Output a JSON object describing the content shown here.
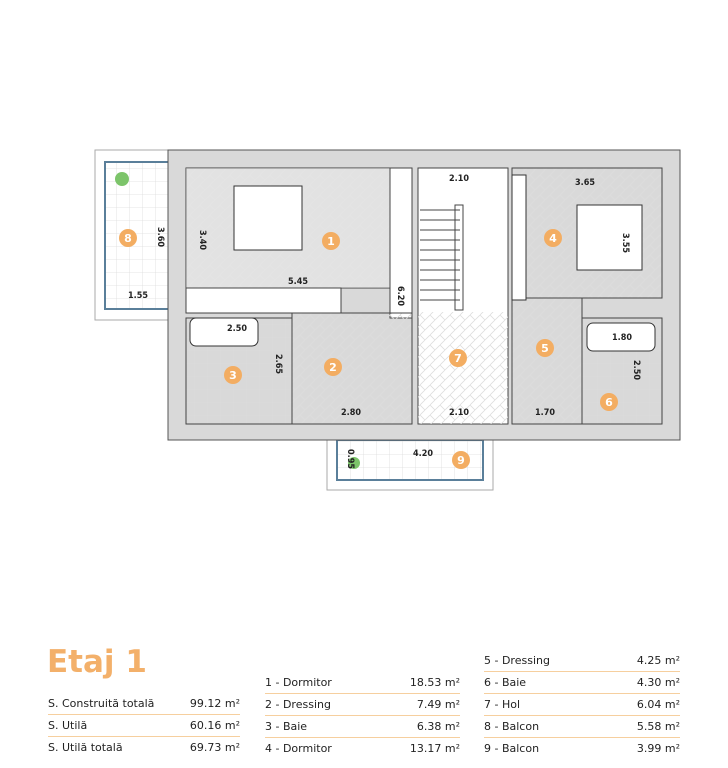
{
  "plan": {
    "rooms": [
      "1",
      "2",
      "3",
      "4",
      "5",
      "6",
      "7",
      "8",
      "9"
    ],
    "dims": {
      "d360": "3.60",
      "d340": "3.40",
      "d545": "5.45",
      "d155": "1.55",
      "d250a": "2.50",
      "d265": "2.65",
      "d280": "2.80",
      "d620": "6.20",
      "d210a": "2.10",
      "d210b": "2.10",
      "d365": "3.65",
      "d355": "3.55",
      "d180": "1.80",
      "d250b": "2.50",
      "d170": "1.70",
      "d095": "0.95",
      "d420": "4.20"
    }
  },
  "title": "Etaj 1",
  "summary": [
    {
      "label": "S. Construită totală",
      "value": "99.12 m²"
    },
    {
      "label": "S. Utilă",
      "value": "60.16 m²"
    },
    {
      "label": "S. Utilă totală",
      "value": "69.73 m²"
    }
  ],
  "rooms_a": [
    {
      "label": "1 - Dormitor",
      "value": "18.53 m²"
    },
    {
      "label": "2 - Dressing",
      "value": "7.49 m²"
    },
    {
      "label": "3 - Baie",
      "value": "6.38 m²"
    },
    {
      "label": "4 - Dormitor",
      "value": "13.17 m²"
    }
  ],
  "rooms_b": [
    {
      "label": "5 - Dressing",
      "value": "4.25 m²"
    },
    {
      "label": "6 - Baie",
      "value": "4.30 m²"
    },
    {
      "label": "7 - Hol",
      "value": "6.04 m²"
    },
    {
      "label": "8 - Balcon",
      "value": "5.58 m²"
    },
    {
      "label": "9 - Balcon",
      "value": "3.99 m²"
    }
  ],
  "colors": {
    "accent": "#f3ad62",
    "wall": "#d9d9d9"
  }
}
